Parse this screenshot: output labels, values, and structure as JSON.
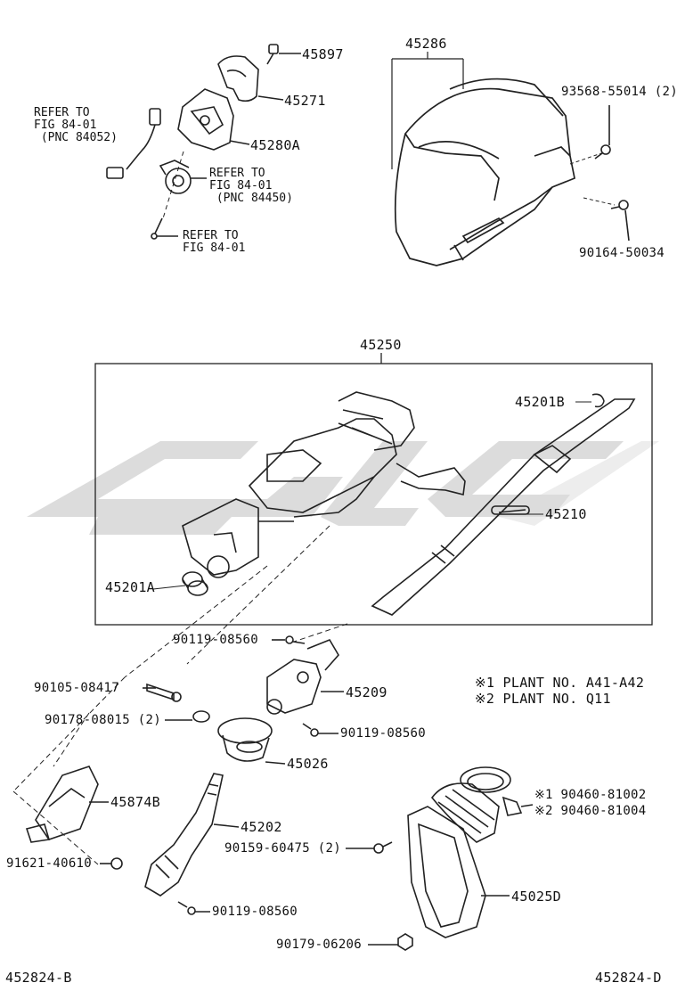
{
  "watermark": {
    "color": "#d9d9d9"
  },
  "assembly_group": {
    "part_no": "45250"
  },
  "parts": {
    "p45897": "45897",
    "p45271": "45271",
    "p45280A": "45280A",
    "p45286": "45286",
    "p93568": "93568-55014 (2)",
    "p90164": "90164-50034",
    "p45201B": "45201B",
    "p45210": "45210",
    "p45201A": "45201A",
    "p90119a": "90119-08560",
    "p90105": "90105-08417",
    "p90178": "90178-08015 (2)",
    "p45209": "45209",
    "p90119b": "90119-08560",
    "p45026": "45026",
    "p45874B": "45874B",
    "p45202": "45202",
    "p91621": "91621-40610",
    "p90159": "90159-60475 (2)",
    "p90119c": "90119-08560",
    "p90460a": "※1 90460-81002",
    "p90460b": "※2 90460-81004",
    "p45025D": "45025D",
    "p90179": "90179-06206"
  },
  "refs": {
    "ref1": [
      "REFER TO",
      "FIG 84-01",
      " (PNC 84052)"
    ],
    "ref2": [
      "REFER TO",
      "FIG 84-01",
      " (PNC 84450)"
    ],
    "ref3": [
      "REFER TO",
      "FIG 84-01"
    ]
  },
  "notes": {
    "note1": "※1 PLANT NO. A41-A42",
    "note2": "※2 PLANT NO. Q11"
  },
  "footer": {
    "left_code": "452824-B",
    "right_code": "452824-D"
  }
}
